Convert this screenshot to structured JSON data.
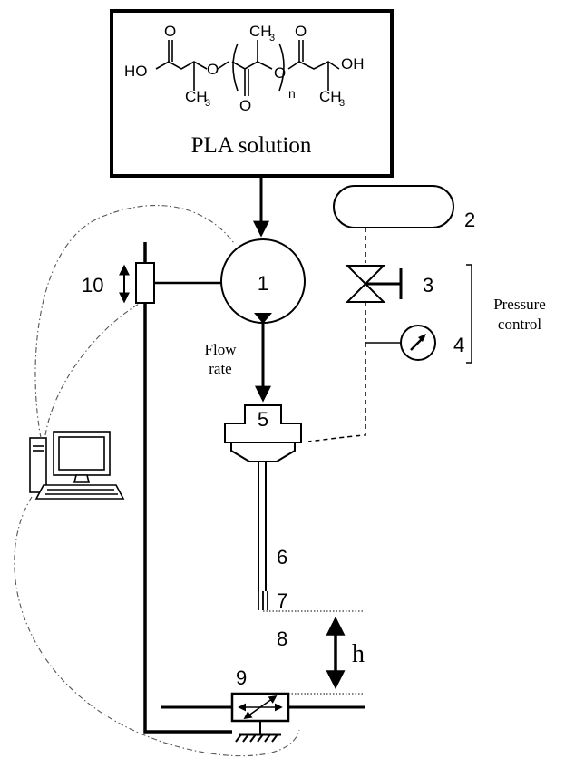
{
  "solution_box": {
    "label": "PLA solution",
    "formula": {
      "ho": "HO",
      "oh": "OH",
      "ch3_top": "CH",
      "ch3_left": "CH",
      "ch3_right": "CH",
      "sub3": "3",
      "o_carbonyl_1": "O",
      "o_carbonyl_2": "O",
      "o_carbonyl_3": "O",
      "o_ester_1": "O",
      "o_ester_2": "O",
      "n": "n"
    }
  },
  "labels": {
    "pump": "1",
    "gas_tank": "2",
    "valve": "3",
    "gauge": "4",
    "printhead": "5",
    "needle": "6",
    "nozzle": "7",
    "gap": "8",
    "stage": "9",
    "z_axis": "10",
    "height": "h",
    "flow_rate_line1": "Flow",
    "flow_rate_line2": "rate",
    "pressure_control_line1": "Pressure",
    "pressure_control_line2": "control"
  }
}
